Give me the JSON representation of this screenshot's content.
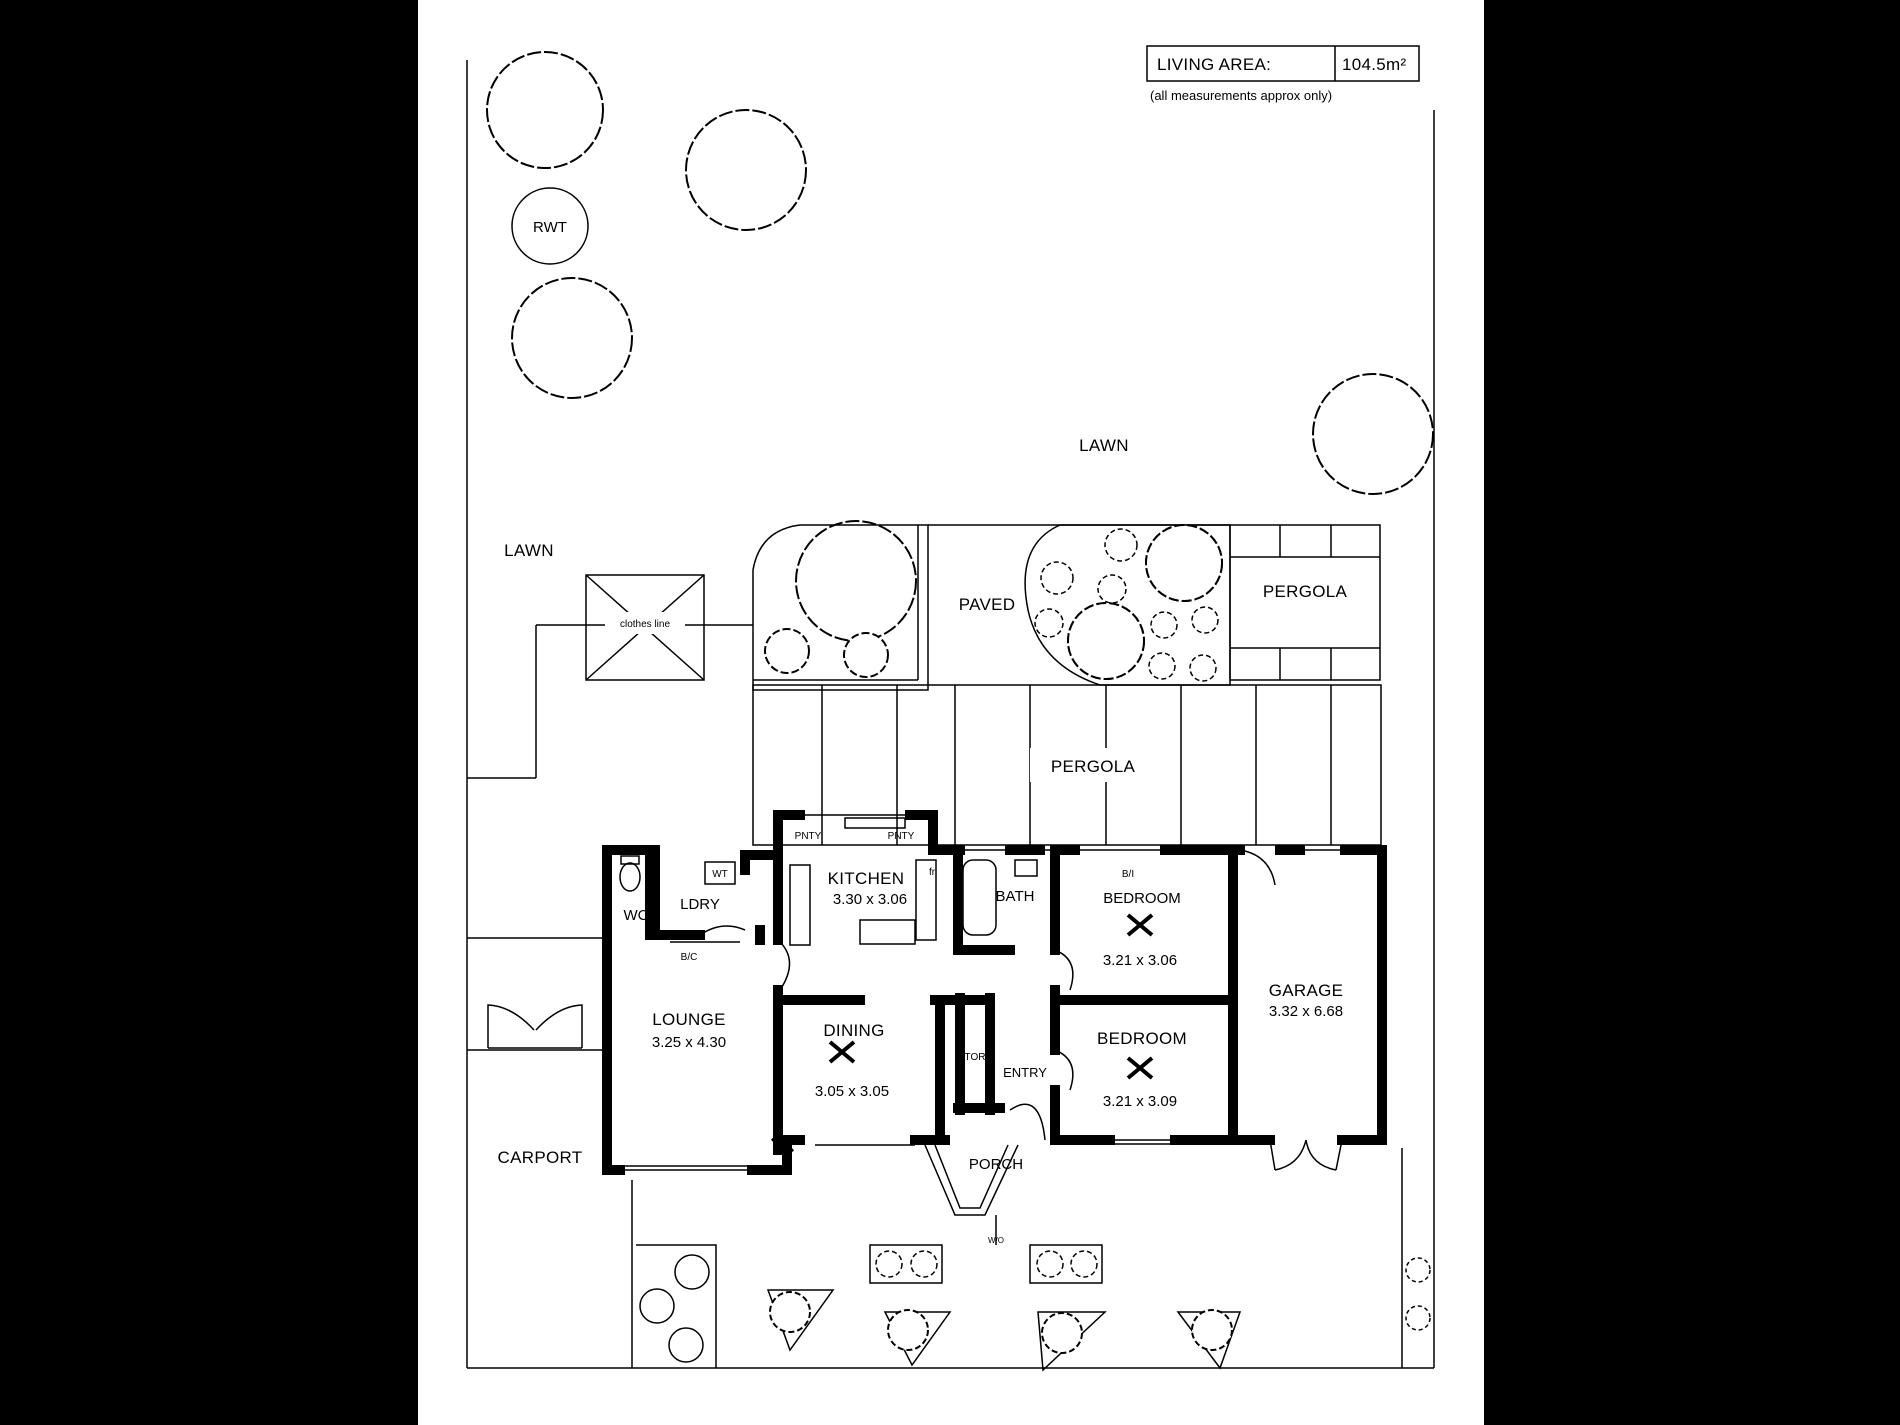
{
  "living_area": {
    "label": "LIVING AREA:",
    "value": "104.5m²",
    "note": "(all measurements approx only)"
  },
  "outdoor": {
    "rwt": "RWT",
    "lawn_rear": "LAWN",
    "lawn_side": "LAWN",
    "clothes_line": "clothes line",
    "paved": "PAVED",
    "pergola_upper": "PERGOLA",
    "pergola_main": "PERGOLA",
    "carport": "CARPORT"
  },
  "rooms": {
    "kitchen": {
      "name": "KITCHEN",
      "dims": "3.30 x 3.06"
    },
    "lounge": {
      "name": "LOUNGE",
      "dims": "3.25 x 4.30"
    },
    "dining": {
      "name": "DINING",
      "dims": "3.05 x 3.05"
    },
    "bedroom1": {
      "name": "BEDROOM",
      "dims": "3.21 x 3.06"
    },
    "bedroom2": {
      "name": "BEDROOM",
      "dims": "3.21 x 3.09"
    },
    "garage": {
      "name": "GARAGE",
      "dims": "3.32 x 6.68"
    },
    "bath": "BATH",
    "ldry": "LDRY",
    "wc": "WC",
    "entry": "ENTRY",
    "store": "STORE",
    "porch": "PORCH"
  },
  "fixtures": {
    "wt": "WT",
    "pantry_left": "PNTY",
    "pantry_right": "PNTY",
    "fr": "fr",
    "wr_lounge": "B/C",
    "wr_bed": "B/I",
    "wall_oven": "W/O"
  }
}
